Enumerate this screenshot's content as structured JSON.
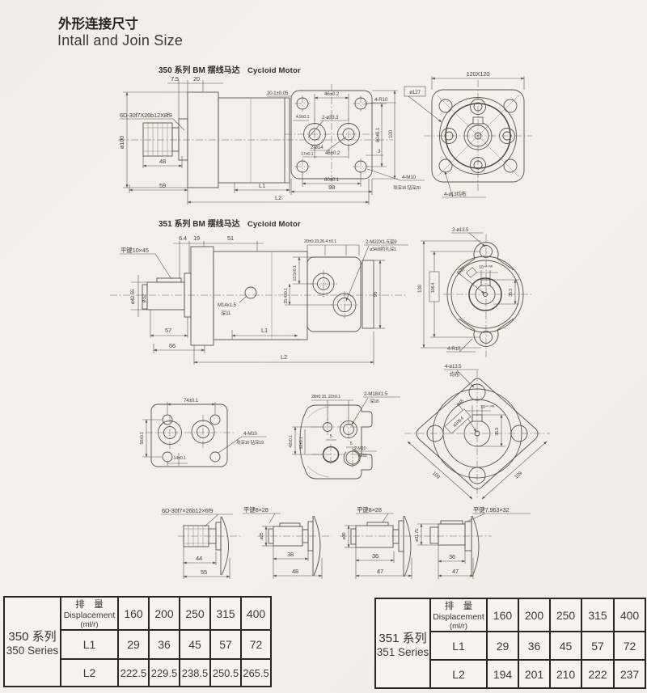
{
  "page": {
    "title_cn": "外形连接尺寸",
    "title_en": "Intall and Join Size"
  },
  "s350": {
    "label_cn": "350 系列 BM 摆线马达",
    "label_en": "Cycloid Motor",
    "side": {
      "d75": "7.5",
      "d20": "20",
      "spline": "6D-30f7X26b12X8f9",
      "dia": "ø100",
      "d48": "48",
      "d59": "59",
      "l1": "L1",
      "l2": "L2"
    },
    "port": {
      "d201": "20.1±0.05",
      "d46t": "46±0.2",
      "r10": "4-R10",
      "gauge": "ø127",
      "d49": "4.9±0.1",
      "ports": "2-ø33.3",
      "holes": "2-ø14",
      "d17": "17±0.1",
      "d46b": "46±0.2",
      "d3": "3",
      "d80r": "80±0.1",
      "d100": "100",
      "d80b": "80±0.1",
      "d98": "98",
      "m10": "4-M10",
      "m10_note": "攻深16  钻深20"
    },
    "flange": {
      "size": "120X120",
      "holes": "4-ø13均布"
    }
  },
  "s351": {
    "label_cn": "351 系列 BM 摆线马达",
    "label_en": "Cycloid Motor",
    "side": {
      "d64": "6.4",
      "d19": "19",
      "d51": "51",
      "key": "平键10×45",
      "dia1": "ø42.55",
      "dia2": "ø32",
      "d57": "57",
      "d66": "66",
      "l1": "L1",
      "l2": "L2",
      "drain1": "M14x1.5",
      "drain2": "深11",
      "top": "20±0.15;26.4 ±0.1",
      "ports1": "2-M22X1.5深9",
      "ports2": "ø34台阶孔深1",
      "d135": "13.5±0.1",
      "d254": "25.4±0.1",
      "d95": "95"
    },
    "flange": {
      "holes": "2-ø13.5",
      "r47": "R47",
      "d130": "130",
      "d1064": "106.4",
      "key": "10⁺⁰·⁰³⁶",
      "d353": "35.3",
      "r10": "4-R10"
    }
  },
  "row3": {
    "port350": {
      "d74": "74±0.1",
      "d50": "50±0.1",
      "d14": "14±0.1",
      "m10": "4-M10",
      "m10_note": "攻深16  钻深19"
    },
    "port351": {
      "top": "20±0.15, 22±0.1",
      "m18a": "2-M18X1.5",
      "m18b": "深18",
      "d42": "42±0.1",
      "d32": "32±0.1",
      "d5a": "5",
      "d5b": "5",
      "m10a": "2-M10",
      "m10b": "深11"
    },
    "diamond": {
      "holes1": "4-ø13.5",
      "holes2": "均布",
      "r48": "R48",
      "d1064": "ø106.4",
      "key": "10⁺⁰·⁰³⁶",
      "d353": "35.3",
      "d109l": "109",
      "d109r": "109"
    }
  },
  "shafts": [
    {
      "label": "6D-30f7×26b12×6f9",
      "dim1": "44",
      "dim2": "55"
    },
    {
      "label": "平键8×28",
      "dia": "ø25",
      "dim1": "38",
      "dim2": "48"
    },
    {
      "label": "平键8×28",
      "dia": "ø30",
      "dim1": "36",
      "dim2": "47"
    },
    {
      "label": "平键7.963×32",
      "dia": "ø31.75",
      "dim1": "36",
      "dim2": "47"
    }
  ],
  "tables": [
    {
      "series_cn": "350 系列",
      "series_en": "350 Series",
      "header_cn": "排　量",
      "header_en": "Displacement",
      "header_unit": "(ml/r)",
      "l1_label": "L1",
      "l2_label": "L2",
      "displacement": [
        "160",
        "200",
        "250",
        "315",
        "400"
      ],
      "l1": [
        "29",
        "36",
        "45",
        "57",
        "72"
      ],
      "l2": [
        "222.5",
        "229.5",
        "238.5",
        "250.5",
        "265.5"
      ]
    },
    {
      "series_cn": "351 系列",
      "series_en": "351 Series",
      "header_cn": "排　量",
      "header_en": "Displacement",
      "header_unit": "(ml/r)",
      "l1_label": "L1",
      "l2_label": "L2",
      "displacement": [
        "160",
        "200",
        "250",
        "315",
        "400"
      ],
      "l1": [
        "29",
        "36",
        "45",
        "57",
        "72"
      ],
      "l2": [
        "194",
        "201",
        "210",
        "222",
        "237"
      ]
    }
  ]
}
